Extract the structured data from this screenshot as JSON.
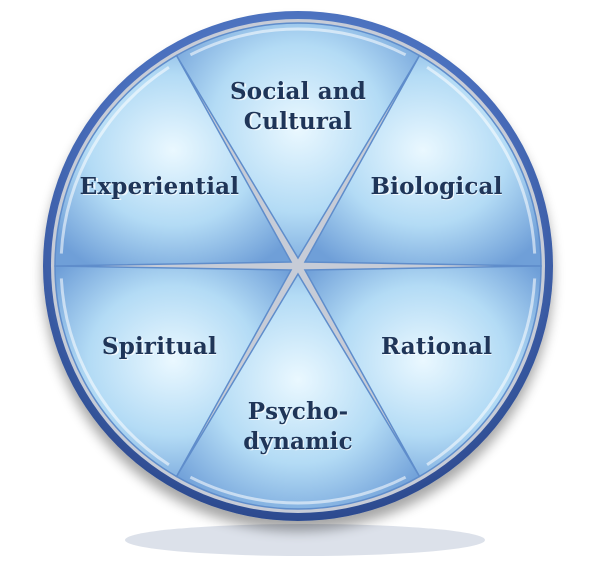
{
  "diagram": {
    "segments": [
      {
        "id": "social-cultural",
        "lines": [
          "Social and",
          "Cultural"
        ]
      },
      {
        "id": "biological",
        "lines": [
          "Biological"
        ]
      },
      {
        "id": "rational",
        "lines": [
          "Rational"
        ]
      },
      {
        "id": "psychodynamic",
        "lines": [
          "Psycho-",
          "dynamic"
        ]
      },
      {
        "id": "spiritual",
        "lines": [
          "Spiritual"
        ]
      },
      {
        "id": "experiential",
        "lines": [
          "Experiential"
        ]
      }
    ],
    "colors": {
      "segment_light": "#e6f6ff",
      "segment_mid": "#a9d4f2",
      "segment_dark": "#5b8fcf",
      "rim": "#3f62ad",
      "label": "#1f3558",
      "gap": "#c9cdd6"
    }
  }
}
